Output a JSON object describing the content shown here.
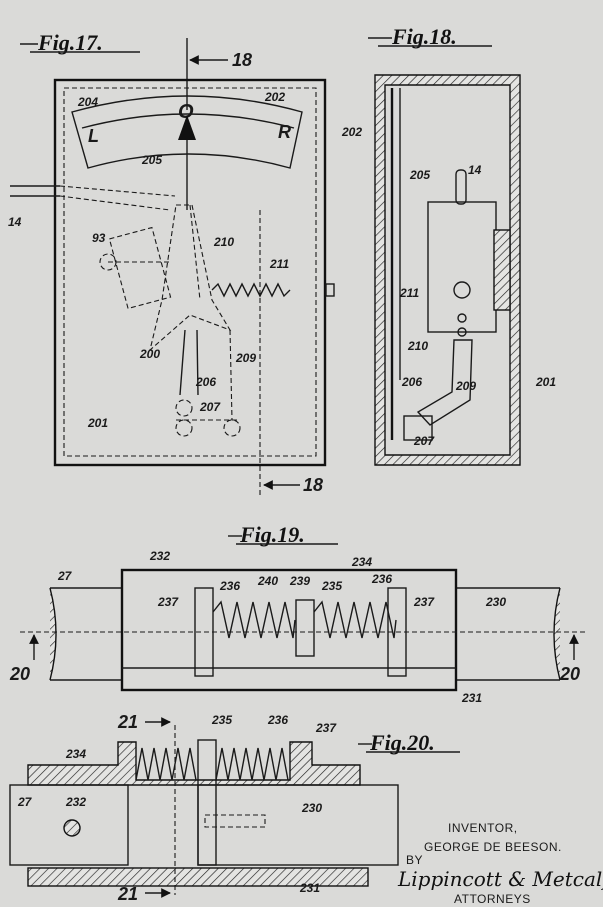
{
  "figures": {
    "fig17": {
      "title": "Fig.17.",
      "section_top": "18",
      "section_bottom": "18",
      "labels": {
        "n14": "14",
        "n93": "93",
        "n200": "200",
        "n201": "201",
        "n202": "202",
        "n204": "204",
        "n205": "205",
        "n206": "206",
        "n207": "207",
        "n209": "209",
        "n210": "210",
        "n211": "211"
      },
      "dial": {
        "left": "L",
        "center": "O",
        "right": "R"
      }
    },
    "fig18": {
      "title": "Fig.18.",
      "labels": {
        "n14": "14",
        "n201": "201",
        "n202": "202",
        "n205": "205",
        "n206": "206",
        "n207": "207",
        "n209": "209",
        "n210": "210",
        "n211": "211"
      }
    },
    "fig19": {
      "title": "Fig.19.",
      "section_left": "20",
      "section_right": "20",
      "labels": {
        "n27": "27",
        "n230": "230",
        "n231": "231",
        "n232": "232",
        "n234": "234",
        "n235": "235",
        "n236a": "236",
        "n236b": "236",
        "n237a": "237",
        "n237b": "237",
        "n239": "239",
        "n240": "240"
      }
    },
    "fig20": {
      "title": "Fig.20.",
      "section_top": "21",
      "section_bottom": "21",
      "labels": {
        "n27": "27",
        "n230": "230",
        "n231": "231",
        "n232": "232",
        "n234": "234",
        "n235": "235",
        "n236": "236",
        "n237": "237"
      }
    }
  },
  "inventor": {
    "heading": "INVENTOR,",
    "name": "GEORGE DE BEESON.",
    "by": "BY",
    "signature": "Lippincott & Metcalf",
    "role": "ATTORNEYS"
  }
}
